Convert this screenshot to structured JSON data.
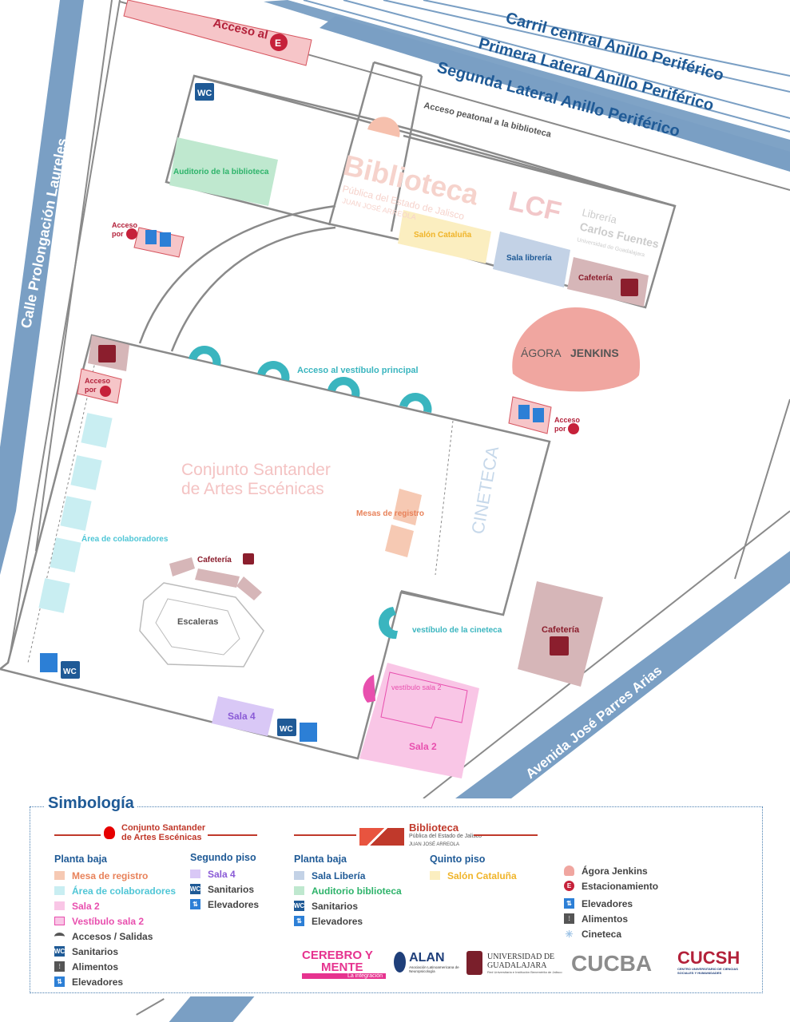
{
  "streets": {
    "carril_central": "Carril central Anillo Periférico",
    "primera_lateral": "Primera Lateral Anillo Periférico",
    "segunda_lateral": "Segunda Lateral Anillo Periférico",
    "prolongacion_laureles": "Calle Prolongación Laureles",
    "parres_arias": "Avenida José Parres Arias"
  },
  "map": {
    "acceso_estacionamiento_top": "Acceso al",
    "estacionamiento_letter": "E",
    "wc": "WC",
    "acceso_peatonal": "Acceso peatonal a la biblioteca",
    "auditorio": "Auditorio de la biblioteca",
    "biblioteca_watermark": "Biblioteca",
    "biblioteca_watermark_sub": "Pública del Estado de Jalisco",
    "biblioteca_watermark_sub2": "JUAN JOSÉ ARREOLA",
    "libreria_watermark": "Librería",
    "libreria_watermark2": "Carlos Fuentes",
    "libreria_watermark3": "Universidad de Guadalajara",
    "lcf_logo": "LCF",
    "salon_cataluna": "Salón Cataluña",
    "sala_libreria": "Sala librería",
    "cafeteria": "Cafetería",
    "acceso_por": "Acceso",
    "por": "por",
    "agora_1": "ÁGORA",
    "agora_2": "JENKINS",
    "acceso_vestibulo": "Acceso al vestíbulo principal",
    "santander_1": "Conjunto Santander",
    "santander_2": "de Artes Escénicas",
    "cineteca": "CINETECA",
    "mesas_registro": "Mesas de registro",
    "area_colaboradores": "Área de colaboradores",
    "escaleras": "Escaleras",
    "vestibulo_cineteca": "vestíbulo de la cineteca",
    "vestibulo_sala2": "vestíbulo sala 2",
    "sala2": "Sala 2",
    "sala4": "Sala 4"
  },
  "legend": {
    "title": "Simbología",
    "santander_brand_1": "Conjunto Santander",
    "santander_brand_2": "de Artes Escénicas",
    "biblioteca_brand_1": "Biblioteca",
    "biblioteca_brand_2": "Pública del Estado de Jalisco",
    "biblioteca_brand_3": "JUAN JOSÉ ARREOLA",
    "planta_baja": "Planta baja",
    "segundo_piso": "Segundo piso",
    "quinto_piso": "Quinto piso",
    "col1": [
      {
        "label": "Mesa de registro",
        "color": "#f6c9b3",
        "text_color": "#e8825a"
      },
      {
        "label": "Área de colaboradores",
        "color": "#c9eef2",
        "text_color": "#4fc6d6"
      },
      {
        "label": "Sala 2",
        "color": "#f9c6e6",
        "text_color": "#e84fae"
      },
      {
        "label": "Vestíbulo sala 2",
        "color": "#f9c6e6",
        "text_color": "#e84fae"
      },
      {
        "label": "Accesos / Salidas",
        "icon": "arc-icon"
      },
      {
        "label": "Sanitarios",
        "icon": "wc-icon"
      },
      {
        "label": "Alimentos",
        "icon": "food-icon"
      },
      {
        "label": "Elevadores",
        "icon": "elevator-icon"
      }
    ],
    "col2": [
      {
        "label": "Sala 4",
        "color": "#d9c8f6",
        "text_color": "#8a5bd6"
      },
      {
        "label": "Sanitarios",
        "icon": "wc-icon"
      },
      {
        "label": "Elevadores",
        "icon": "elevator-icon"
      }
    ],
    "col3": [
      {
        "label": "Sala Libería",
        "color": "#c3d2e6",
        "text_color": "#1f5a96"
      },
      {
        "label": "Auditorio biblioteca",
        "color": "#bfe8cf",
        "text_color": "#2db36a"
      },
      {
        "label": "Sanitarios",
        "icon": "wc-icon"
      },
      {
        "label": "Elevadores",
        "icon": "elevator-icon"
      }
    ],
    "col4": [
      {
        "label": "Salón Cataluña",
        "color": "#fbeec0",
        "text_color": "#f0b429"
      }
    ],
    "col5": [
      {
        "label": "Ágora Jenkins",
        "icon": "agora-icon"
      },
      {
        "label": "Estacionamiento",
        "icon": "parking-icon"
      },
      {
        "label": "Elevadores",
        "icon": "elevator-icon"
      },
      {
        "label": "Alimentos",
        "icon": "food-icon"
      },
      {
        "label": "Cineteca",
        "icon": "cineteca-icon"
      }
    ]
  },
  "sponsors": {
    "cerebro_1": "CEREBRO Y",
    "cerebro_2": "MENTE",
    "cerebro_3": "La integración",
    "alan": "ALAN",
    "alan_sub": "Asociación Latinoamericana de Neuropsicología",
    "udg_1": "UNIVERSIDAD DE",
    "udg_2": "GUADALAJARA",
    "udg_sub": "Red Universitaria e Institución Benemérita de Jalisco",
    "cucba": "CUCBA",
    "cucsh": "CUCSH",
    "cucsh_sub": "CENTRO UNIVERSITARIO DE CIENCIAS SOCIALES Y HUMANIDADES"
  }
}
